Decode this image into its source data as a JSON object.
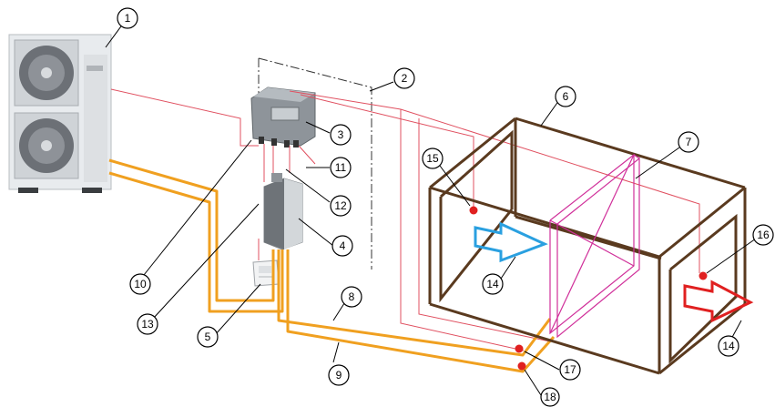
{
  "callouts": [
    {
      "label": "1"
    },
    {
      "label": "2"
    },
    {
      "label": "3"
    },
    {
      "label": "4"
    },
    {
      "label": "5"
    },
    {
      "label": "6"
    },
    {
      "label": "7"
    },
    {
      "label": "8"
    },
    {
      "label": "9"
    },
    {
      "label": "10"
    },
    {
      "label": "11"
    },
    {
      "label": "12"
    },
    {
      "label": "13"
    },
    {
      "label": "14"
    },
    {
      "label": "14"
    },
    {
      "label": "15"
    },
    {
      "label": "16"
    },
    {
      "label": "17"
    },
    {
      "label": "18"
    }
  ],
  "colors": {
    "duct": "#5a3a1f",
    "refrigerant_pipe": "#f0a020",
    "signal_wire": "#e05060",
    "coil": "#d0309a",
    "sensor_dot": "#e02020",
    "arrow_in": "#2aa0e0",
    "arrow_out": "#e02020"
  }
}
